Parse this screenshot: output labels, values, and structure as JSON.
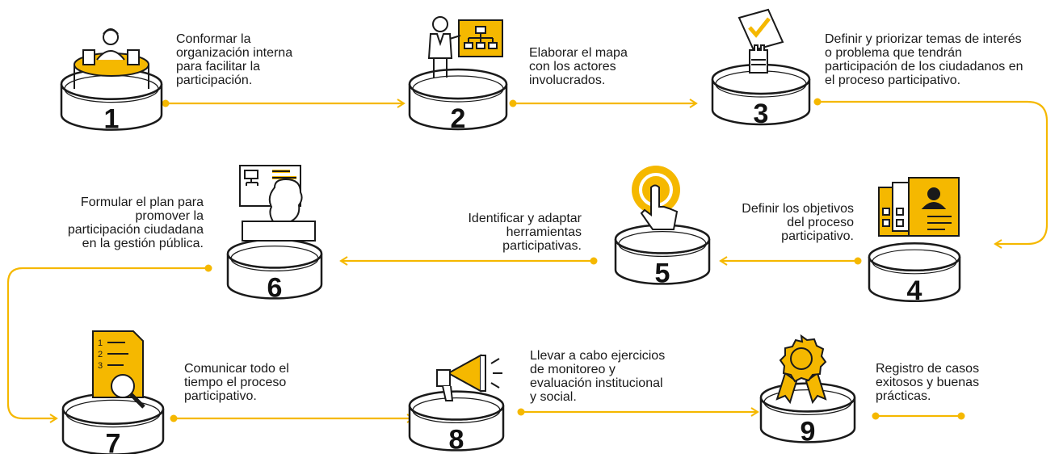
{
  "colors": {
    "accent": "#f5b800",
    "ink": "#1a1a1a",
    "pedestal_fill": "#ffffff"
  },
  "steps": [
    {
      "number": "1",
      "icon": "meeting-table-icon",
      "text": "Conformar la\norganización interna\npara facilitar la\nparticipación."
    },
    {
      "number": "2",
      "icon": "presenter-org-chart-icon",
      "text": "Elaborar el mapa\ncon los actores\ninvolucrados."
    },
    {
      "number": "3",
      "icon": "checkmark-vote-icon",
      "text": "Definir y priorizar temas de interés\no problema que tendrán\nparticipación de los ciudadanos en\nel proceso participativo."
    },
    {
      "number": "4",
      "icon": "profile-cards-icon",
      "text": "Definir los objetivos\ndel proceso\nparticipativo."
    },
    {
      "number": "5",
      "icon": "touch-button-icon",
      "text": "Identificar y adaptar\nherramientas\nparticipativas."
    },
    {
      "number": "6",
      "icon": "presentation-board-icon",
      "text": "Formular el plan para\npromover la\nparticipación ciudadana\nen la gestión pública."
    },
    {
      "number": "7",
      "icon": "document-magnifier-icon",
      "text": "Comunicar todo el\ntiempo el proceso\nparticipativo."
    },
    {
      "number": "8",
      "icon": "megaphone-icon",
      "text": "Llevar a cabo ejercicios\nde monitoreo y\nevaluación institucional\ny social."
    },
    {
      "number": "9",
      "icon": "award-ribbon-icon",
      "text": "Registro de casos\nexitosos y buenas\nprácticas."
    }
  ]
}
